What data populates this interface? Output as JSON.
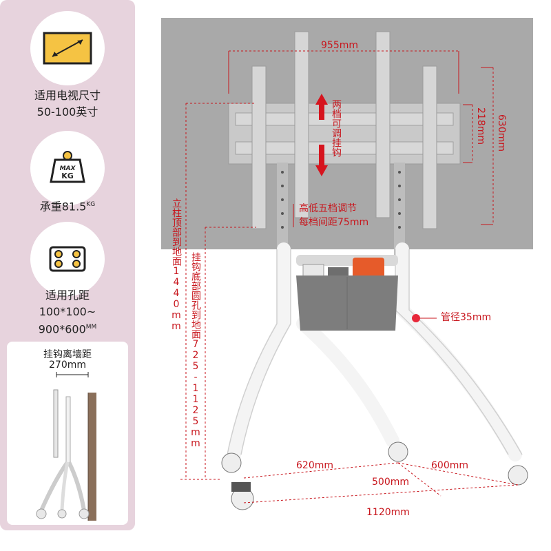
{
  "sidebar": {
    "tv_size_title": "适用电视尺寸",
    "tv_size_value": "50-100英寸",
    "max_badge_top": "MAX",
    "max_badge_bottom": "KG",
    "load_label": "承重81.5",
    "load_unit": "KG",
    "hole_title": "适用孔距",
    "hole_value_1": "100*100~",
    "hole_value_2": "900*600",
    "hole_unit": "MM",
    "inset_title": "挂钩离墙距",
    "inset_value": "270mm"
  },
  "dimensions": {
    "width_955": "955mm",
    "height_218": "218mm",
    "height_630": "630mm",
    "hook_adjust": "两档可调挂钩",
    "height_adjust_1": "高低五档调节",
    "height_adjust_2": "每档间距75mm",
    "column_height": "立柱顶部到地面1440mm",
    "hook_height": "挂钩底部圆孔到地面725-1125mm",
    "tube_diameter": "管径35mm",
    "base_620": "620mm",
    "base_600": "600mm",
    "base_500": "500mm",
    "base_1120": "1120mm"
  },
  "colors": {
    "accent_red": "#c8161d",
    "sidebar_bg": "#e7d3dd",
    "screen_gray": "#a9a9a9",
    "icon_yellow": "#f5c343"
  }
}
